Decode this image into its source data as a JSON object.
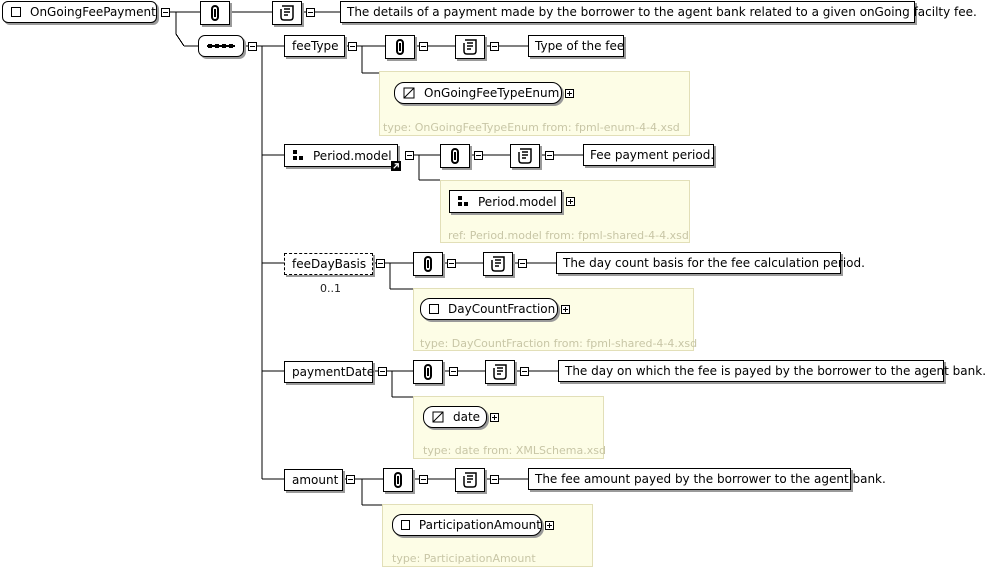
{
  "root": {
    "name": "OnGoingFeePayment",
    "documentation": "The details of a payment made by the borrower to the agent bank related to a given onGoing facilty fee."
  },
  "elements": [
    {
      "name": "feeType",
      "documentation": "Type of the fee",
      "type_name": "OnGoingFeeTypeEnum",
      "type_info": "type: OnGoingFeeTypeEnum from: fpml-enum-4-4.xsd"
    },
    {
      "name": "Period.model",
      "documentation": "Fee payment period.",
      "type_name": "Period.model",
      "type_info": "ref: Period.model from: fpml-shared-4-4.xsd"
    },
    {
      "name": "feeDayBasis",
      "cardinality": "0..1",
      "documentation": "The day count basis for the fee calculation period.",
      "type_name": "DayCountFraction",
      "type_info": "type: DayCountFraction from: fpml-shared-4-4.xsd"
    },
    {
      "name": "paymentDate",
      "documentation": "The day on which the fee is payed by the borrower to the agent bank.",
      "type_name": "date",
      "type_info": "type: date from: XMLSchema.xsd"
    },
    {
      "name": "amount",
      "documentation": "The fee amount payed by the borrower to the agent bank.",
      "type_name": "ParticipationAmount",
      "type_info": "type: ParticipationAmount"
    }
  ]
}
